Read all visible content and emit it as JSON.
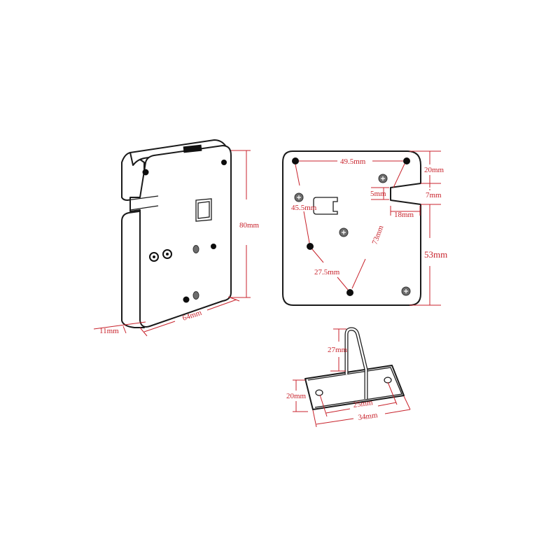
{
  "diagram": {
    "accent_color": "#c8232c",
    "line_color": "#1a1a1a",
    "views": {
      "perspective": {
        "dimensions": {
          "height": "80mm",
          "width": "64mm",
          "depth": "11mm"
        }
      },
      "front": {
        "dimensions": {
          "top_hole_spacing": "49.5mm",
          "left_hole_spacing": "45.5mm",
          "lower_hole_spacing": "27.5mm",
          "diagonal_hole_spacing": "73mm",
          "slot_top_offset": "20mm",
          "slot_width": "7mm",
          "slot_inner_width": "5mm",
          "slot_depth": "18mm",
          "slot_bottom_offset": "53mm"
        }
      },
      "bracket": {
        "dimensions": {
          "hook_height": "27mm",
          "plate_height": "20mm",
          "hole_spacing": "25mm",
          "plate_length": "34mm"
        }
      }
    }
  }
}
